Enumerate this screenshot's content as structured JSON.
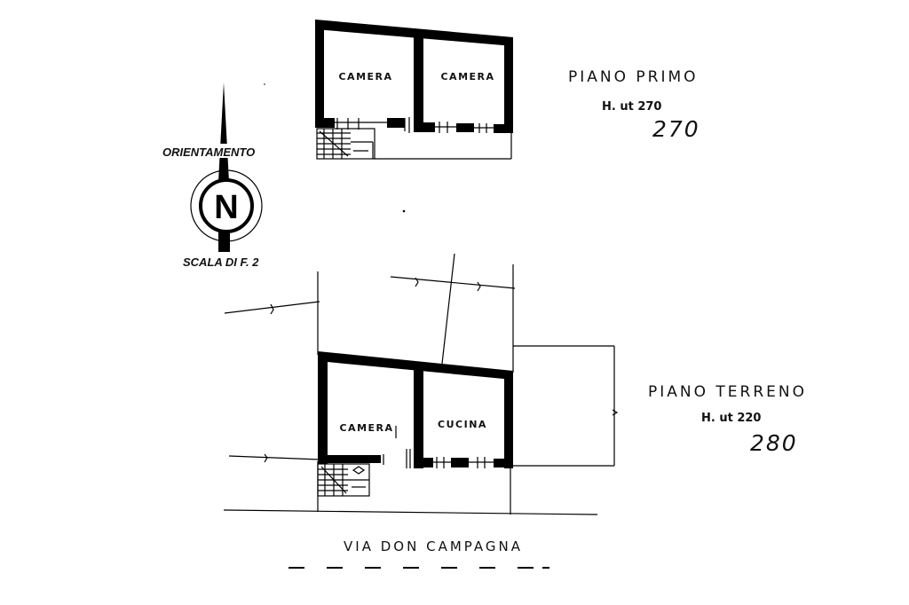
{
  "compass": {
    "orientation_label": "ORIENTAMENTO",
    "north_letter": "N",
    "scale_label": "SCALA DI F. 2"
  },
  "upper_floor": {
    "title": "PIANO PRIMO",
    "height_label": "H. ut 270",
    "height_value": "270",
    "rooms": [
      "CAMERA",
      "CAMERA"
    ]
  },
  "ground_floor": {
    "title": "PIANO TERRENO",
    "height_label": "H. ut 220",
    "height_value": "280",
    "rooms": [
      "CAMERA",
      "CUCINA"
    ]
  },
  "street": {
    "name": "VIA DON CAMPAGNA"
  }
}
